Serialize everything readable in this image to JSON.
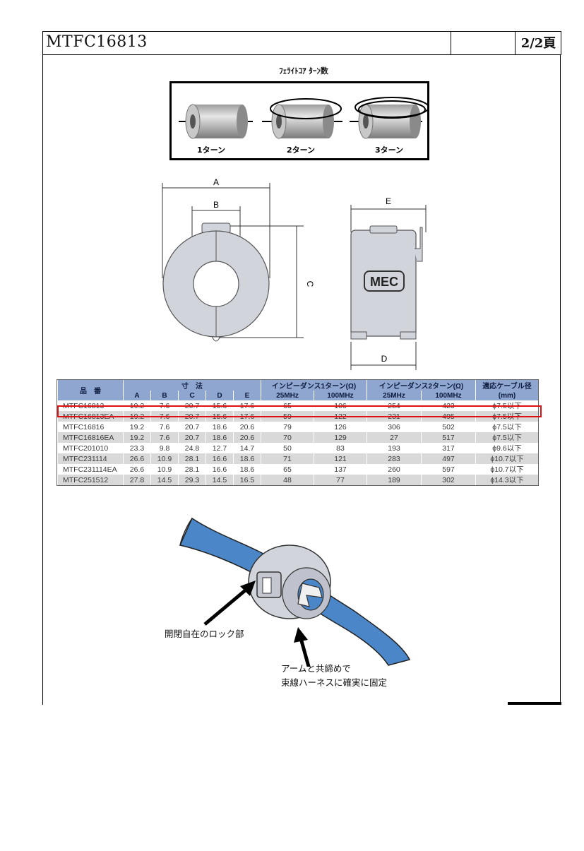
{
  "header": {
    "doc_title": "MTFC16813",
    "page_label": "2/2頁"
  },
  "turns_figure": {
    "title": "ﾌｪﾗｲﾄｺｱ ﾀｰﾝ数",
    "labels": [
      "1ターン",
      "2ターン",
      "3ターン"
    ]
  },
  "dimension_drawing": {
    "labels": [
      "A",
      "B",
      "C",
      "E",
      "D"
    ],
    "logo_text": "MEC"
  },
  "spec_table": {
    "header_part": "品　番",
    "header_dims": "寸　法",
    "header_imp1": "インピーダンス1ターン(Ω)",
    "header_imp2": "インピーダンス2ターン(Ω)",
    "header_cable": "適応ケーブル径",
    "header_cable_unit": "(mm)",
    "sub_headers": [
      "A",
      "B",
      "C",
      "D",
      "E",
      "25MHz",
      "100MHz",
      "25MHz",
      "100MHz"
    ],
    "rows": [
      [
        "MTFC16813",
        "19.2",
        "7.6",
        "20.7",
        "15.6",
        "17.6",
        "65",
        "106",
        "254",
        "423",
        "ϕ7.5以下"
      ],
      [
        "MTFC16813EA",
        "19.2",
        "7.6",
        "20.7",
        "15.6",
        "17.6",
        "59",
        "122",
        "231",
        "495",
        "ϕ7.5以下"
      ],
      [
        "MTFC16816",
        "19.2",
        "7.6",
        "20.7",
        "18.6",
        "20.6",
        "79",
        "126",
        "306",
        "502",
        "ϕ7.5以下"
      ],
      [
        "MTFC16816EA",
        "19.2",
        "7.6",
        "20.7",
        "18.6",
        "20.6",
        "70",
        "129",
        "27",
        "517",
        "ϕ7.5以下"
      ],
      [
        "MTFC201010",
        "23.3",
        "9.8",
        "24.8",
        "12.7",
        "14.7",
        "50",
        "83",
        "193",
        "317",
        "ϕ9.6以下"
      ],
      [
        "MTFC231114",
        "26.6",
        "10.9",
        "28.1",
        "16.6",
        "18.6",
        "71",
        "121",
        "283",
        "497",
        "ϕ10.7以下"
      ],
      [
        "MTFC231114EA",
        "26.6",
        "10.9",
        "28.1",
        "16.6",
        "18.6",
        "65",
        "137",
        "260",
        "597",
        "ϕ10.7以下"
      ],
      [
        "MTFC251512",
        "27.8",
        "14.5",
        "29.3",
        "14.5",
        "16.5",
        "48",
        "77",
        "189",
        "302",
        "ϕ14.3以下"
      ]
    ]
  },
  "usage_figure": {
    "lock_label": "開閉自在のロック部",
    "arm_label_1": "アームと共締めで",
    "arm_label_2": "束線ハーネスに確実に固定"
  },
  "colors": {
    "table_header": "#8fa6d0",
    "highlight": "#e01010",
    "cable": "#4a86c8",
    "core": "#d2d4dc"
  }
}
